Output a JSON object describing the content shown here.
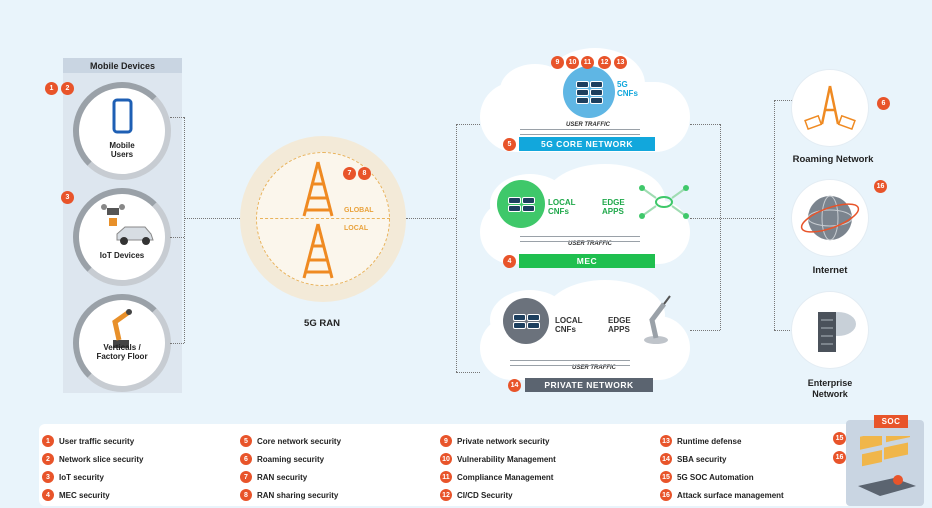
{
  "mobile_devices": {
    "title": "Mobile Devices",
    "mobile_users": "Mobile\nUsers",
    "iot_devices": "IoT Devices",
    "verticals": "Verticals /\nFactory Floor"
  },
  "ran": {
    "label": "5G RAN",
    "global": "GLOBAL",
    "local": "LOCAL"
  },
  "core": {
    "cnfs": "5G\nCNFs",
    "traffic": "USER TRAFFIC",
    "bar": "5G CORE NETWORK"
  },
  "mec": {
    "local_cnfs": "LOCAL\nCNFs",
    "edge_apps": "EDGE\nAPPS",
    "traffic": "USER TRAFFIC",
    "bar": "MEC"
  },
  "private": {
    "local_cnfs": "LOCAL\nCNFs",
    "edge_apps": "EDGE\nAPPS",
    "traffic": "USER TRAFFIC",
    "bar": "PRIVATE NETWORK"
  },
  "right": {
    "roaming": "Roaming Network",
    "internet": "Internet",
    "enterprise": "Enterprise\nNetwork"
  },
  "soc": "SOC",
  "badges": [
    "1",
    "2",
    "3",
    "4",
    "5",
    "6",
    "7",
    "8",
    "9",
    "10",
    "11",
    "12",
    "13",
    "14",
    "15",
    "16"
  ],
  "legend": [
    {
      "n": "1",
      "t": "User traffic security"
    },
    {
      "n": "2",
      "t": "Network slice security"
    },
    {
      "n": "3",
      "t": "IoT security"
    },
    {
      "n": "4",
      "t": "MEC security"
    },
    {
      "n": "5",
      "t": "Core network security"
    },
    {
      "n": "6",
      "t": "Roaming security"
    },
    {
      "n": "7",
      "t": "RAN security"
    },
    {
      "n": "8",
      "t": "RAN sharing security"
    },
    {
      "n": "9",
      "t": "Private network security"
    },
    {
      "n": "10",
      "t": "Vulnerability Management"
    },
    {
      "n": "11",
      "t": "Compliance Management"
    },
    {
      "n": "12",
      "t": "CI/CD Security"
    },
    {
      "n": "13",
      "t": "Runtime defense"
    },
    {
      "n": "14",
      "t": "SBA security"
    },
    {
      "n": "15",
      "t": "5G SOC Automation"
    },
    {
      "n": "16",
      "t": "Attack surface management"
    }
  ],
  "colors": {
    "accent": "#e8542a",
    "core": "#12a7dc",
    "mec": "#1fbf4f",
    "private": "#5b6470"
  }
}
